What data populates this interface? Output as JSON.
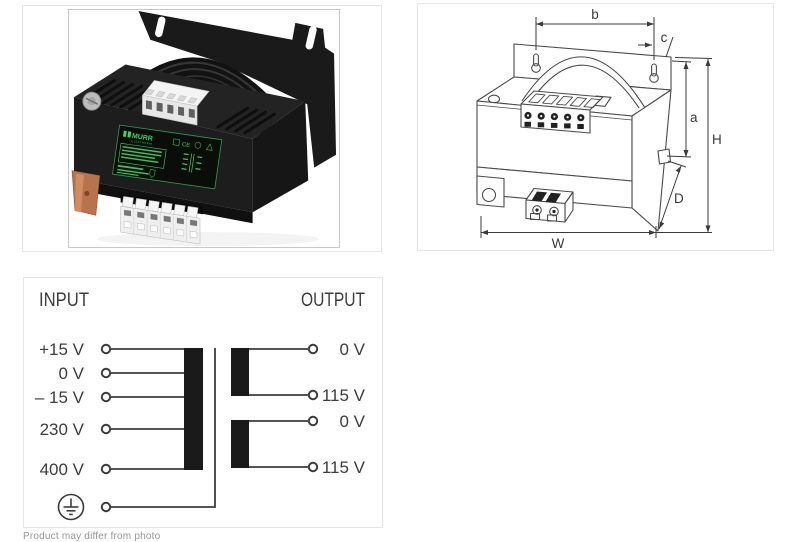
{
  "page": {
    "footer_note": "Product may differ from photo"
  },
  "product_photo": {
    "brand": "MURR",
    "brand_sub": "ELEKTRONIK",
    "ce_mark": "CE",
    "body_color": "#1d1d1d",
    "label_green": "#3fd45f",
    "copper_color": "#b9734c",
    "icons": [
      "mounting-flange",
      "keyhole-slot",
      "coil-dome",
      "terminal-block",
      "earthing-clamp"
    ]
  },
  "dimension_drawing": {
    "labels": [
      "b",
      "c",
      "a",
      "H",
      "D",
      "W"
    ]
  },
  "wiring_diagram": {
    "input_header": "INPUT",
    "output_header": "OUTPUT",
    "input_terminals": [
      "+15 V",
      "0 V",
      "– 15 V",
      "230 V",
      "400 V"
    ],
    "output_terminals": [
      "0 V",
      "115 V",
      "0 V",
      "115 V"
    ],
    "earth_icon": "protective-earth-icon",
    "line_color": "#3c3c3c",
    "winding_color": "#1a1a1a"
  }
}
